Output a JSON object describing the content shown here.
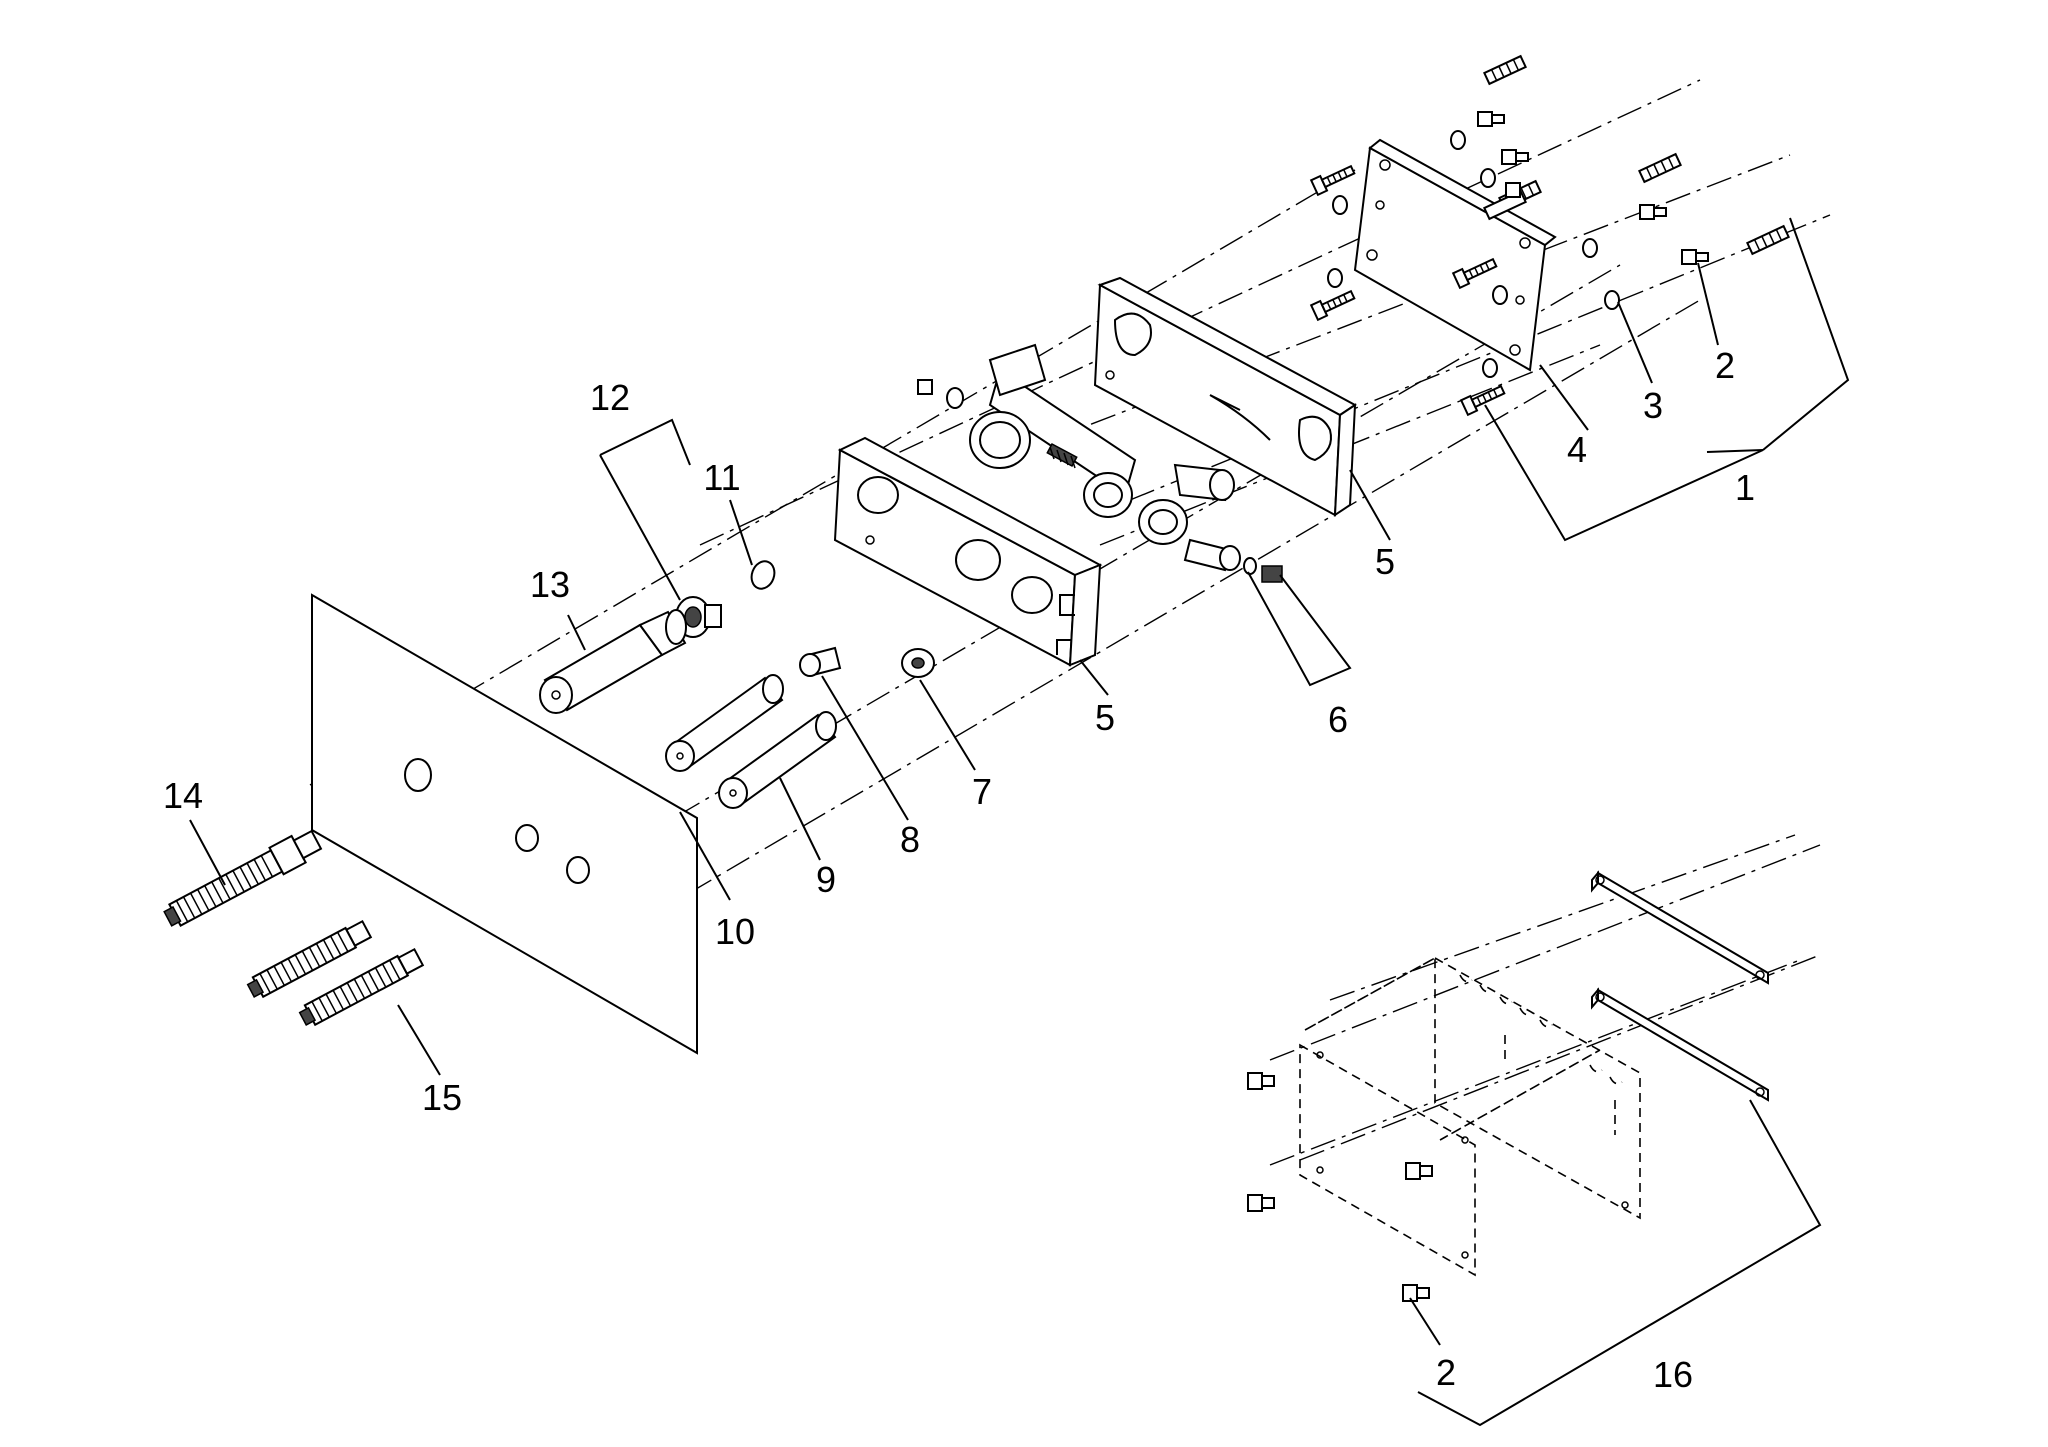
{
  "callouts": [
    {
      "id": "1",
      "text": "1"
    },
    {
      "id": "2a",
      "text": "2"
    },
    {
      "id": "2b",
      "text": "2"
    },
    {
      "id": "3",
      "text": "3"
    },
    {
      "id": "4",
      "text": "4"
    },
    {
      "id": "5a",
      "text": "5"
    },
    {
      "id": "5b",
      "text": "5"
    },
    {
      "id": "6",
      "text": "6"
    },
    {
      "id": "7",
      "text": "7"
    },
    {
      "id": "8",
      "text": "8"
    },
    {
      "id": "9",
      "text": "9"
    },
    {
      "id": "10",
      "text": "10"
    },
    {
      "id": "11",
      "text": "11"
    },
    {
      "id": "12",
      "text": "12"
    },
    {
      "id": "13",
      "text": "13"
    },
    {
      "id": "14",
      "text": "14"
    },
    {
      "id": "15",
      "text": "15"
    },
    {
      "id": "16",
      "text": "16"
    }
  ],
  "colors": {
    "line": "#000000",
    "background": "#ffffff",
    "shade": "#efefef"
  }
}
